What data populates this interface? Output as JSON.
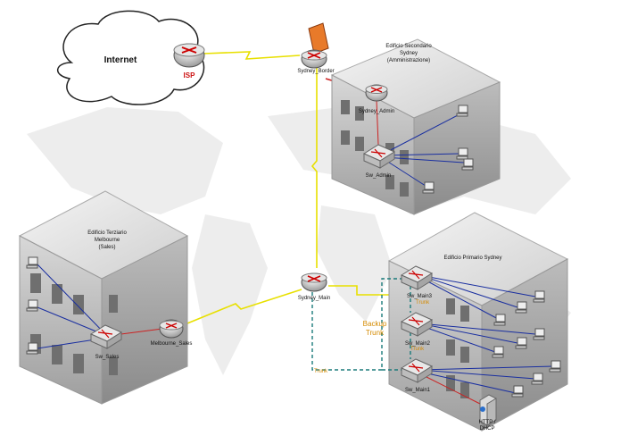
{
  "cloud": {
    "label": "Internet"
  },
  "routers": {
    "isp": "ISP",
    "sydney_border": "Sydney_Border",
    "sydney_admin": "Sydney_Admin",
    "sydney_main": "Sydney_Main",
    "melbourne_sales": "Melbourne_Sales"
  },
  "switches": {
    "sw_admin": "Sw_Admin",
    "sw_sales": "Sw_Sales",
    "sw_main3": "Sw_Main3",
    "sw_main2": "Sw_Main2",
    "sw_main1": "Sw_Main1"
  },
  "buildings": {
    "secondary": {
      "line1": "Edificio Secondario",
      "line2": "Sydney",
      "line3": "(Amministrazione)"
    },
    "tertiary": {
      "line1": "Edificio Terziario",
      "line2": "Melbourne",
      "line3": "(Sales)"
    },
    "primary": {
      "line1": "Edificio Primario Sydney"
    }
  },
  "links": {
    "trunk_main3": "Trunk",
    "trunk_main2": "Trunk",
    "trunk_bottom": "Trunk",
    "backup_line1": "Backup",
    "backup_line2": "Trunk"
  },
  "server": {
    "line1": "HTTP /",
    "line2": "DHCP"
  },
  "colors": {
    "wan_link": "#e8e000",
    "lan_link": "#1a2fa0",
    "router_link": "#cc2222",
    "backup_trunk": "#1a7a7a",
    "label_accent": "#d48a00",
    "router_label": "#cc1111"
  }
}
